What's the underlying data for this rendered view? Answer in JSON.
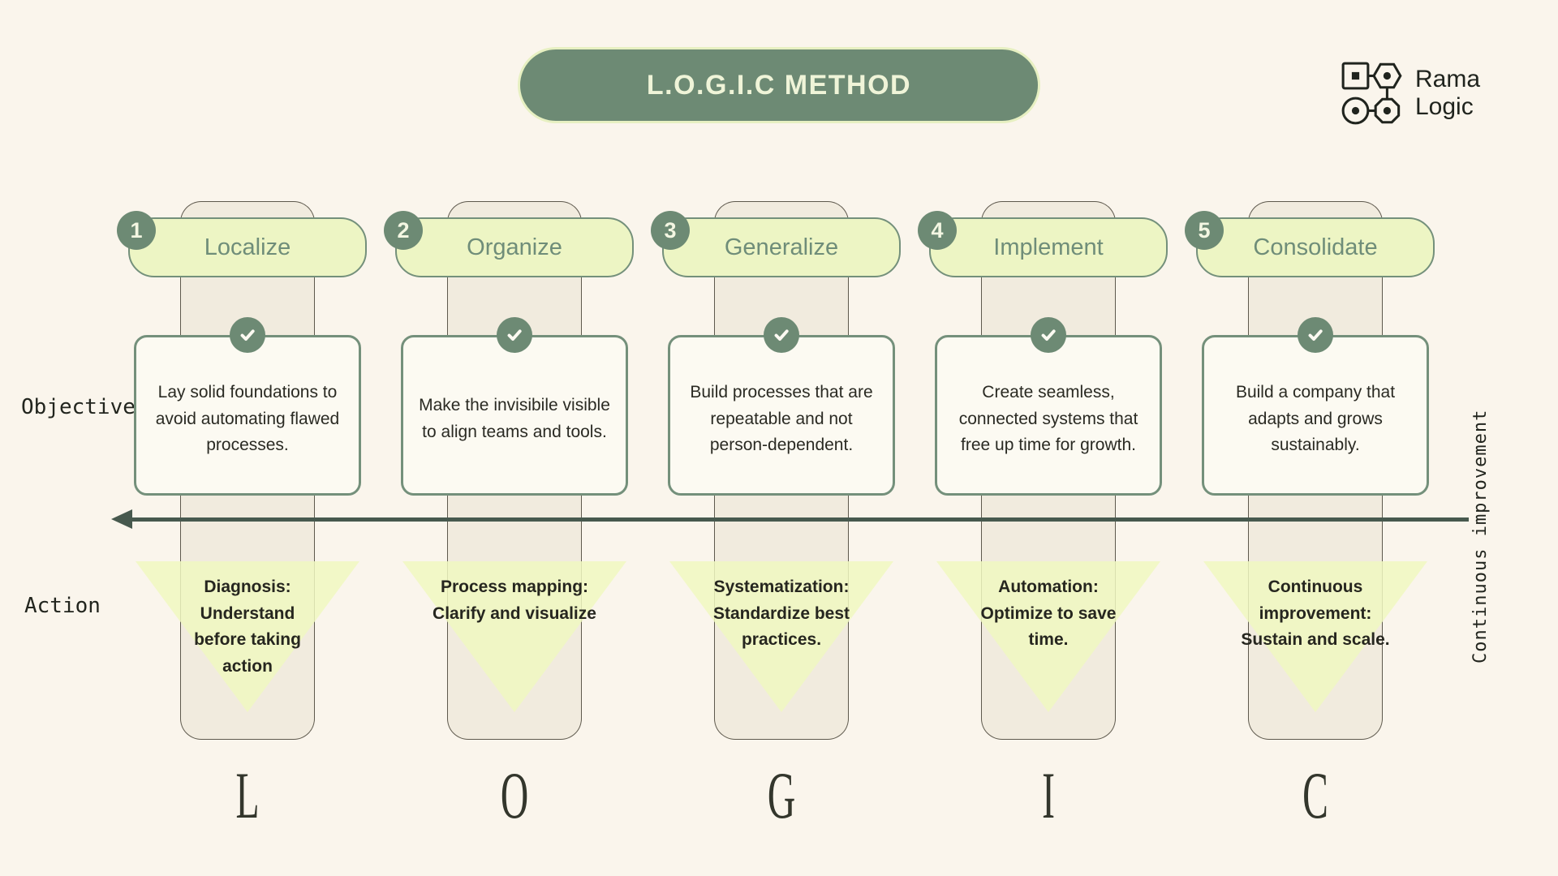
{
  "title": "L.O.G.I.C METHOD",
  "brand": {
    "line1": "Rama",
    "line2": "Logic",
    "icon": "network-shapes-icon"
  },
  "row_labels": {
    "objective": "Objective",
    "action": "Action"
  },
  "arrow": {
    "label": "Continuous improvement",
    "direction": "left"
  },
  "steps": [
    {
      "number": "1",
      "title": "Localize",
      "letter": "L",
      "objective": "Lay solid foundations to avoid automating flawed processes.",
      "action": "Diagnosis: Understand before taking action"
    },
    {
      "number": "2",
      "title": "Organize",
      "letter": "O",
      "objective": "Make the invisibile visible to align teams and tools.",
      "action": "Process mapping: Clarify and visualize"
    },
    {
      "number": "3",
      "title": "Generalize",
      "letter": "G",
      "objective": "Build processes that are repeatable and not person-dependent.",
      "action": "Systematization: Standardize best practices."
    },
    {
      "number": "4",
      "title": "Implement",
      "letter": "I",
      "objective": "Create seamless, connected systems that free up time for growth.",
      "action": "Automation: Optimize to save time."
    },
    {
      "number": "5",
      "title": "Consolidate",
      "letter": "C",
      "objective": "Build a company that adapts and grows sustainably.",
      "action": "Continuous improvement: Sustain and scale."
    }
  ],
  "colors": {
    "background": "#faf5ec",
    "sage_dark": "#6d8a74",
    "sage_border": "#74907b",
    "arrow_green": "#47594e",
    "light_green_pill": "#edf5c4",
    "light_green_triangle": "#f0f8c1",
    "track_beige": "#f1ebde",
    "card_white": "#fcfaf2",
    "text_dark": "#26261f",
    "title_text": "#eff4d8"
  }
}
